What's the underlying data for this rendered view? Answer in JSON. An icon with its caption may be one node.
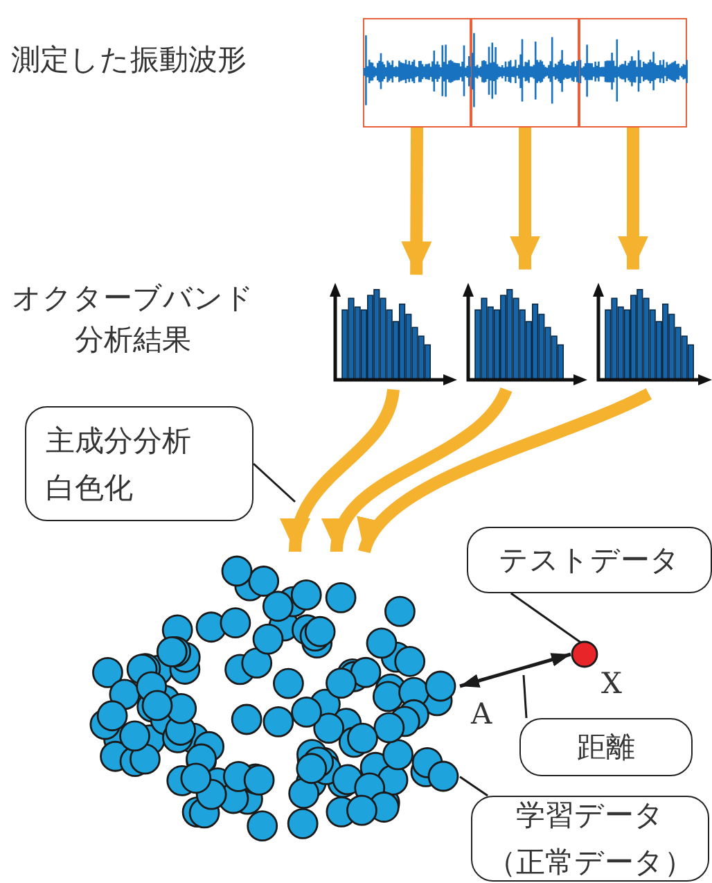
{
  "diagram": {
    "nodes": [
      {
        "text": [],
        "shape": "box"
      },
      {
        "text": [],
        "shape": "box"
      },
      {
        "text": [],
        "shape": "box"
      },
      {
        "text": [],
        "shape": "bar"
      },
      {
        "text": [],
        "shape": "bar"
      },
      {
        "text": [],
        "shape": "bar"
      },
      {
        "text": [],
        "shape": "circle"
      },
      {
        "text": [],
        "shape": "circle",
        "beside": [
          "X"
        ]
      },
      {
        "text": [
          "主成分分析",
          "白色化"
        ]
      },
      {
        "text": [
          "テストデータ"
        ]
      },
      {
        "text": [
          "距離"
        ]
      },
      {
        "text": [
          "学習データ",
          "（正常データ）"
        ]
      }
    ],
    "edges": [
      {
        "from": 0,
        "to": 3,
        "arrow": "to"
      },
      {
        "from": 1,
        "to": 4,
        "arrow": "to"
      },
      {
        "from": 2,
        "to": 5,
        "arrow": "to"
      },
      {
        "from": 3,
        "to": 6,
        "arrow": "to"
      },
      {
        "from": 4,
        "to": 6,
        "arrow": "to"
      },
      {
        "from": 5,
        "to": 6,
        "arrow": "to"
      },
      {
        "from": 6,
        "to": 7,
        "arrow": "both",
        "color": "#1a1a1a"
      },
      {
        "from": 8,
        "to": null,
        "arrow": "none",
        "color": "#1a1a1a"
      },
      {
        "from": 9,
        "to": 7,
        "arrow": "none",
        "color": "#1a1a1a"
      },
      {
        "from": 10,
        "to": null,
        "arrow": "none",
        "color": "#1a1a1a"
      },
      {
        "from": 11,
        "to": 6,
        "arrow": "none",
        "color": "#1a1a1a"
      }
    ],
    "labels": [
      "測定した振動波形",
      "オクターブバンド分析結果",
      "A"
    ]
  }
}
